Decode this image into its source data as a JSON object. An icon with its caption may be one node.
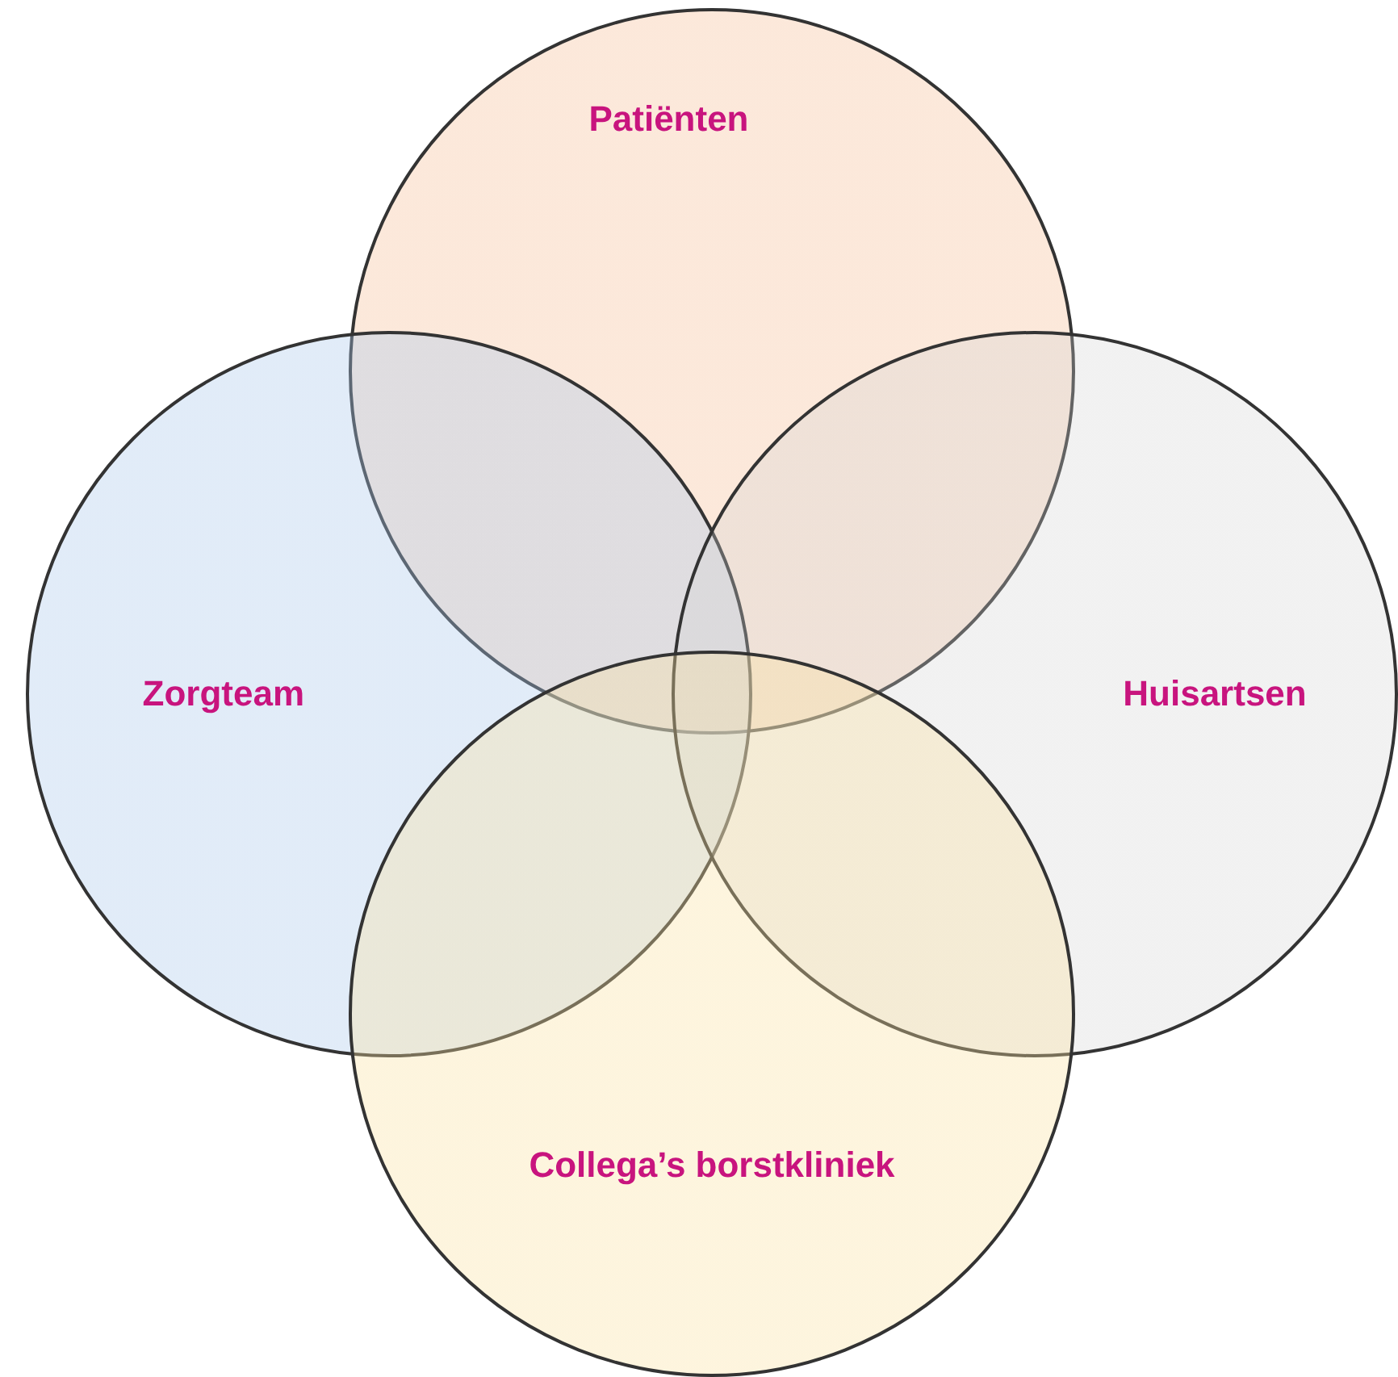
{
  "diagram": {
    "nodes": [
      {
        "text": [
          "Patiënten"
        ]
      },
      {
        "text": [
          "Zorgteam"
        ]
      },
      {
        "text": [
          "Huisartsen"
        ]
      },
      {
        "text": [
          "Collega’s borstkliniek"
        ]
      }
    ]
  }
}
